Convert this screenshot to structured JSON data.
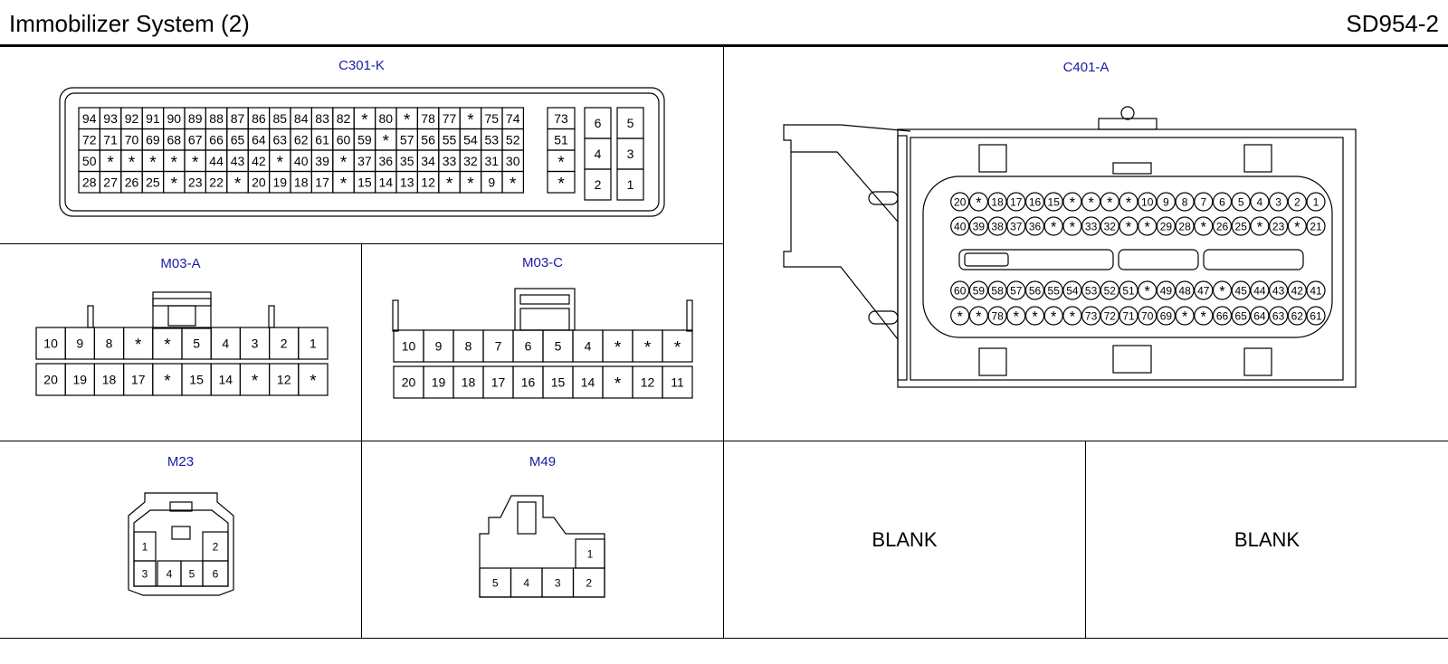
{
  "header": {
    "title": "Immobilizer System (2)",
    "code": "SD954-2"
  },
  "connectors": {
    "c301k": {
      "label": "C301-K",
      "main_rows": [
        [
          "94",
          "93",
          "92",
          "91",
          "90",
          "89",
          "88",
          "87",
          "86",
          "85",
          "84",
          "83",
          "82",
          "*",
          "80",
          "*",
          "78",
          "77",
          "*",
          "75",
          "74"
        ],
        [
          "72",
          "71",
          "70",
          "69",
          "68",
          "67",
          "66",
          "65",
          "64",
          "63",
          "62",
          "61",
          "60",
          "59",
          "*",
          "57",
          "56",
          "55",
          "54",
          "53",
          "52"
        ],
        [
          "50",
          "*",
          "*",
          "*",
          "*",
          "*",
          "44",
          "43",
          "42",
          "*",
          "40",
          "39",
          "*",
          "37",
          "36",
          "35",
          "34",
          "33",
          "32",
          "31",
          "30"
        ],
        [
          "28",
          "27",
          "26",
          "25",
          "*",
          "23",
          "22",
          "*",
          "20",
          "19",
          "18",
          "17",
          "*",
          "15",
          "14",
          "13",
          "12",
          "*",
          "*",
          "9",
          "*"
        ]
      ],
      "side_col": [
        "73",
        "51",
        "*",
        "*"
      ],
      "right_cols": [
        [
          "6",
          "4",
          "2"
        ],
        [
          "5",
          "3",
          "1"
        ]
      ]
    },
    "c401a": {
      "label": "C401-A",
      "rows": [
        [
          "20",
          "*",
          "18",
          "17",
          "16",
          "15",
          "*",
          "*",
          "*",
          "*",
          "10",
          "9",
          "8",
          "7",
          "6",
          "5",
          "4",
          "3",
          "2",
          "1"
        ],
        [
          "40",
          "39",
          "38",
          "37",
          "36",
          "*",
          "*",
          "33",
          "32",
          "*",
          "*",
          "29",
          "28",
          "*",
          "26",
          "25",
          "*",
          "23",
          "*",
          "21"
        ],
        [
          "60",
          "59",
          "58",
          "57",
          "56",
          "55",
          "54",
          "53",
          "52",
          "51",
          "*",
          "49",
          "48",
          "47",
          "*",
          "45",
          "44",
          "43",
          "42",
          "41"
        ],
        [
          "*",
          "*",
          "78",
          "*",
          "*",
          "*",
          "*",
          "73",
          "72",
          "71",
          "70",
          "69",
          "*",
          "*",
          "66",
          "65",
          "64",
          "63",
          "62",
          "61"
        ]
      ]
    },
    "m03a": {
      "label": "M03-A",
      "rows": [
        [
          "10",
          "9",
          "8",
          "*",
          "*",
          "5",
          "4",
          "3",
          "2",
          "1"
        ],
        [
          "20",
          "19",
          "18",
          "17",
          "*",
          "15",
          "14",
          "*",
          "12",
          "*"
        ]
      ]
    },
    "m03c": {
      "label": "M03-C",
      "rows": [
        [
          "10",
          "9",
          "8",
          "7",
          "6",
          "5",
          "4",
          "*",
          "*",
          "*"
        ],
        [
          "20",
          "19",
          "18",
          "17",
          "16",
          "15",
          "14",
          "*",
          "12",
          "11"
        ]
      ]
    },
    "m23": {
      "label": "M23",
      "pins": [
        "1",
        "2",
        "3",
        "4",
        "5",
        "6"
      ]
    },
    "m49": {
      "label": "M49",
      "pins": [
        "1",
        "5",
        "4",
        "3",
        "2"
      ]
    }
  },
  "blank_label": "BLANK"
}
